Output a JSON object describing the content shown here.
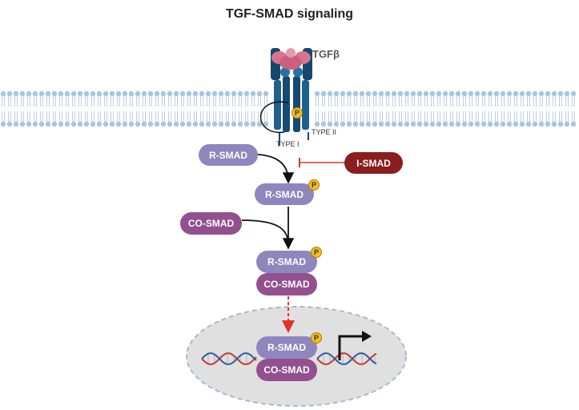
{
  "title": "TGF-SMAD signaling",
  "ligand_label": "TGFβ",
  "receptor": {
    "type1_label": "TYPE I",
    "type2_label": "TYPE II",
    "phospho": "P"
  },
  "nodes": {
    "rsmad_inactive": "R-SMAD",
    "rsmad_phospho": "R-SMAD",
    "ismad": "I-SMAD",
    "cosmad_free": "CO-SMAD",
    "complex_rsmad": "R-SMAD",
    "complex_cosmad": "CO-SMAD",
    "nucleus_rsmad": "R-SMAD",
    "nucleus_cosmad": "CO-SMAD",
    "phospho_symbol": "P"
  },
  "colors": {
    "rsmad": "#8f86bd",
    "cosmad": "#93508f",
    "ismad": "#8a1e1c",
    "phospho": "#f4bd1e",
    "membrane": "#a9c3e3",
    "receptor": "#1e5f8e",
    "ligand": "#d9748f",
    "inhibition": "#e0332a",
    "nucleus": "#e0e0e0",
    "dna_red": "#c93a35",
    "dna_blue": "#2d5fa8"
  }
}
